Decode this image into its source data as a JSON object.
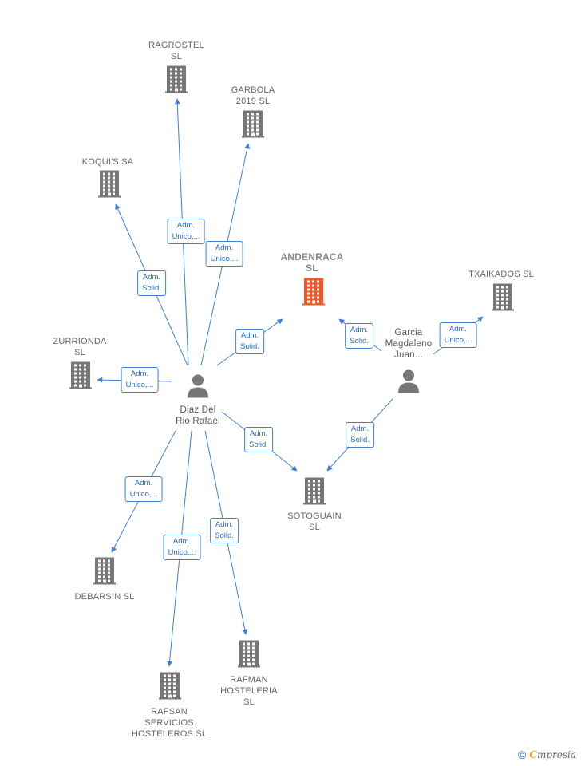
{
  "colors": {
    "edge": "#3f80d4",
    "company": "#777777",
    "company_main": "#f05a2a",
    "person": "#777777"
  },
  "companies": [
    {
      "id": "ragrostel",
      "label": "RAGROSTEL\nSL",
      "main": false
    },
    {
      "id": "garbola",
      "label": "GARBOLA\n2019  SL",
      "main": false
    },
    {
      "id": "koquis",
      "label": "KOQUI'S SA",
      "main": false
    },
    {
      "id": "andenraca",
      "label": "ANDENRACA\nSL",
      "main": true
    },
    {
      "id": "txaikados",
      "label": "TXAIKADOS SL",
      "main": false
    },
    {
      "id": "zurrionda",
      "label": "ZURRIONDA\nSL",
      "main": false
    },
    {
      "id": "sotoguain",
      "label": "SOTOGUAIN\nSL",
      "main": false
    },
    {
      "id": "debarsin",
      "label": "DEBARSIN  SL",
      "main": false
    },
    {
      "id": "rafman",
      "label": "RAFMAN\nHOSTELERIA\nSL",
      "main": false
    },
    {
      "id": "rafsan",
      "label": "RAFSAN\nSERVICIOS\nHOSTELEROS SL",
      "main": false
    }
  ],
  "persons": [
    {
      "id": "diaz",
      "label": "Diaz Del\nRio Rafael"
    },
    {
      "id": "garcia",
      "label": "Garcia\nMagdaleno\nJuan..."
    }
  ],
  "edges": [
    {
      "from": "diaz",
      "to": "ragrostel",
      "label": "Adm.\nUnico,..."
    },
    {
      "from": "diaz",
      "to": "garbola",
      "label": "Adm.\nUnico,..."
    },
    {
      "from": "diaz",
      "to": "koquis",
      "label": "Adm.\nSolid."
    },
    {
      "from": "diaz",
      "to": "andenraca",
      "label": "Adm.\nSolid."
    },
    {
      "from": "diaz",
      "to": "zurrionda",
      "label": "Adm.\nUnico,..."
    },
    {
      "from": "diaz",
      "to": "sotoguain",
      "label": "Adm.\nSolid."
    },
    {
      "from": "diaz",
      "to": "debarsin",
      "label": "Adm.\nUnico,..."
    },
    {
      "from": "diaz",
      "to": "rafsan",
      "label": "Adm.\nUnico,..."
    },
    {
      "from": "diaz",
      "to": "rafman",
      "label": "Adm.\nSolid."
    },
    {
      "from": "garcia",
      "to": "andenraca",
      "label": "Adm.\nSolid."
    },
    {
      "from": "garcia",
      "to": "txaikados",
      "label": "Adm.\nUnico,..."
    },
    {
      "from": "garcia",
      "to": "sotoguain",
      "label": "Adm.\nSolid."
    }
  ],
  "brand": {
    "copyright": "©",
    "initial": "C",
    "word": "mpresia"
  }
}
